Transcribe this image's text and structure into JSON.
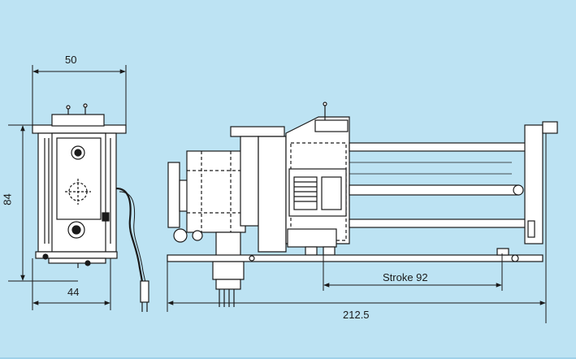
{
  "dimensions": {
    "top_width": "50",
    "height": "84",
    "bottom_width": "44",
    "stroke": "Stroke 92",
    "total_length": "212.5"
  },
  "colors": {
    "background": "#bde3f3",
    "line": "#1a1a1a",
    "part_fill": "#ffffff"
  }
}
